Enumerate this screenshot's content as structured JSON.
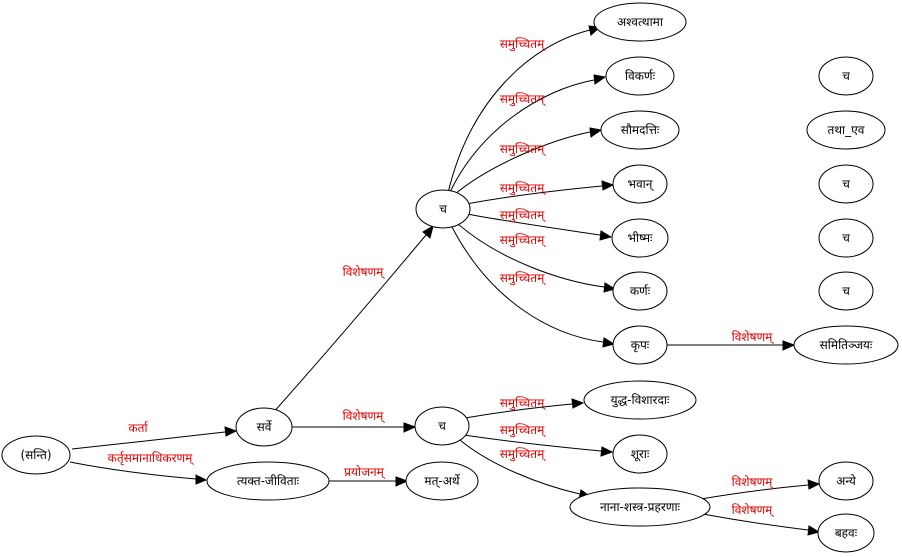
{
  "nodes": {
    "santi": "(सन्ति)",
    "sarve": "सर्वे",
    "tyakta_jivitah": "त्यक्त-जीविताः",
    "mat_arthe": "मत्-अर्थे",
    "ca_top": "च",
    "ashvatthama": "अश्वत्थामा",
    "vikarnah": "विकर्णः",
    "saumadattih": "सौमदत्तिः",
    "bhavan": "भवान्",
    "bhishmah": "भीष्मः",
    "karnah": "कर्णः",
    "kripah": "कृपः",
    "samitinjayah": "समितिञ्जयः",
    "ca_mid": "च",
    "yuddha_visharadah": "युद्ध-विशारदाः",
    "shurah": "शूराः",
    "nana_shastra": "नाना-शस्त्र-प्रहरणाः",
    "anye": "अन्ये",
    "bahavah": "बहवः",
    "iso_ca1": "च",
    "iso_tatha_eva": "तथा_एव",
    "iso_ca2": "च",
    "iso_ca3": "च",
    "iso_ca4": "च"
  },
  "edge_labels": {
    "karta": "कर्ता",
    "kartri_samanadhikaranam": "कर्तृसमानाधिकरणम्",
    "prayojanam": "प्रयोजनम्",
    "visheshanam": "विशेषणम्",
    "samuccitam": "समुच्चितम्"
  },
  "colors": {
    "edge_label": "#e00000",
    "stroke": "#000000"
  }
}
